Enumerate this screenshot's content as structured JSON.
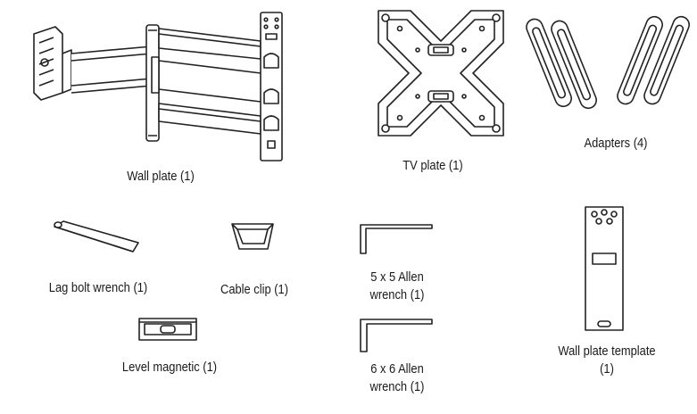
{
  "parts": {
    "wall_plate": {
      "label": "Wall plate (1)"
    },
    "tv_plate": {
      "label": "TV plate (1)"
    },
    "adapters": {
      "label": "Adapters (4)"
    },
    "lag_bolt_wrench": {
      "label": "Lag bolt wrench (1)"
    },
    "cable_clip": {
      "label": "Cable clip (1)"
    },
    "allen_5x5": {
      "label": "5 x 5 Allen\nwrench (1)"
    },
    "wall_plate_template": {
      "label": "Wall plate template\n(1)"
    },
    "level_magnetic": {
      "label": "Level magnetic (1)"
    },
    "allen_6x6": {
      "label": "6 x 6 Allen\nwrench (1)"
    }
  }
}
